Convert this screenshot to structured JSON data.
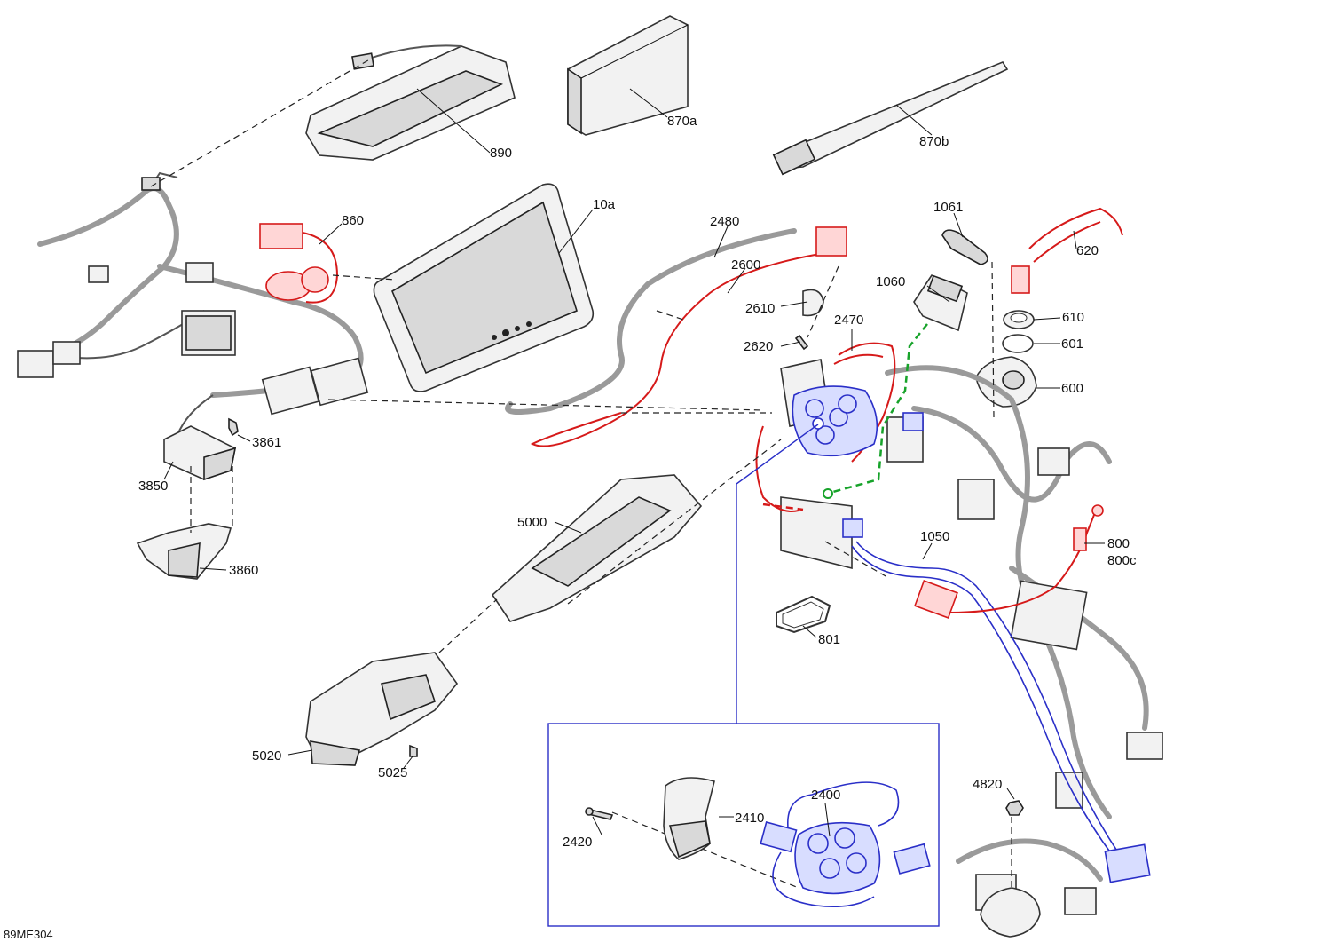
{
  "labels": {
    "p890": "890",
    "p870a": "870a",
    "p870b": "870b",
    "p860": "860",
    "p10a": "10a",
    "p2480": "2480",
    "p2600": "2600",
    "p1061": "1061",
    "p620": "620",
    "p1060": "1060",
    "p2610": "2610",
    "p2470": "2470",
    "p610": "610",
    "p2620": "2620",
    "p601": "601",
    "p600": "600",
    "p3861": "3861",
    "p3850": "3850",
    "p5000": "5000",
    "p1050": "1050",
    "p800": "800",
    "p800c": "800c",
    "p3860": "3860",
    "p801": "801",
    "p5020": "5020",
    "p5025": "5025",
    "p4820": "4820",
    "p2400": "2400",
    "p2410": "2410",
    "p2420": "2420"
  },
  "diagram_code": "89ME304",
  "colors": {
    "highlight_red": "#d61a1a",
    "highlight_blue": "#2a2fc8",
    "highlight_green": "#17a32a"
  }
}
